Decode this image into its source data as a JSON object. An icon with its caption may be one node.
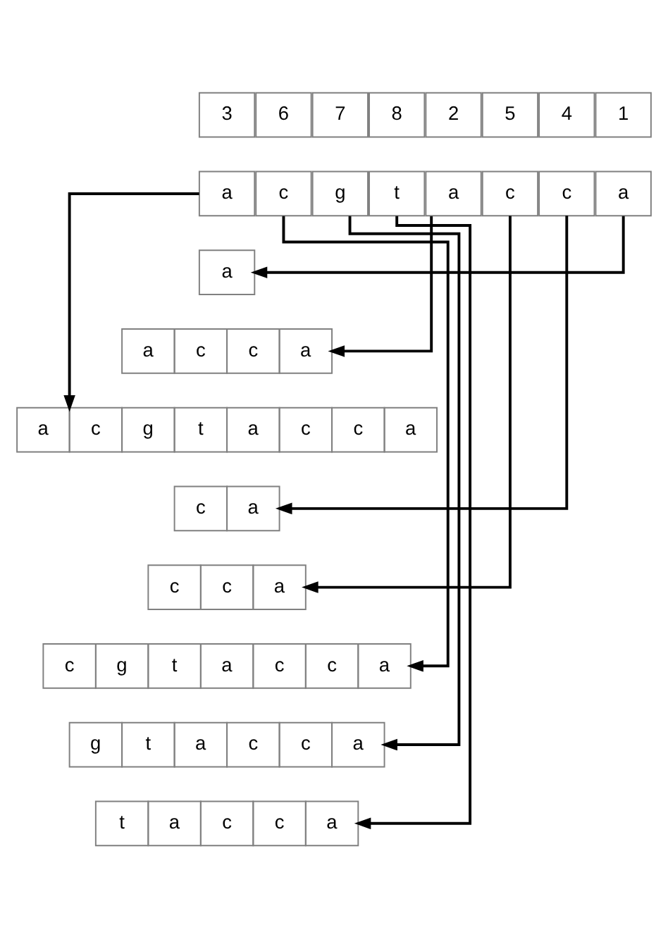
{
  "diagram": {
    "nodes": [
      {
        "text": [
          "3"
        ]
      },
      {
        "text": [
          "6"
        ]
      },
      {
        "text": [
          "7"
        ]
      },
      {
        "text": [
          "8"
        ]
      },
      {
        "text": [
          "2"
        ]
      },
      {
        "text": [
          "5"
        ]
      },
      {
        "text": [
          "4"
        ]
      },
      {
        "text": [
          "1"
        ]
      },
      {
        "text": [
          "a"
        ]
      },
      {
        "text": [
          "c"
        ]
      },
      {
        "text": [
          "g"
        ]
      },
      {
        "text": [
          "t"
        ]
      },
      {
        "text": [
          "a"
        ]
      },
      {
        "text": [
          "c"
        ]
      },
      {
        "text": [
          "c"
        ]
      },
      {
        "text": [
          "a"
        ]
      },
      {
        "text": [
          "a"
        ]
      },
      {
        "text": [
          "a",
          "c",
          "c",
          "a"
        ]
      },
      {
        "text": [
          "a",
          "c",
          "g",
          "t",
          "a",
          "c",
          "c",
          "a"
        ]
      },
      {
        "text": [
          "c",
          "a"
        ]
      },
      {
        "text": [
          "c",
          "c",
          "a"
        ]
      },
      {
        "text": [
          "c",
          "g",
          "t",
          "a",
          "c",
          "c",
          "a"
        ]
      },
      {
        "text": [
          "g",
          "t",
          "a",
          "c",
          "c",
          "a"
        ]
      },
      {
        "text": [
          "t",
          "a",
          "c",
          "c",
          "a"
        ]
      }
    ],
    "edges": [
      {
        "from": 8,
        "to": 18,
        "arrow": "to"
      },
      {
        "from": 9,
        "to": 21,
        "arrow": "to"
      },
      {
        "from": 10,
        "to": 22,
        "arrow": "to"
      },
      {
        "from": 11,
        "to": 23,
        "arrow": "to"
      },
      {
        "from": 12,
        "to": 17,
        "arrow": "to"
      },
      {
        "from": 13,
        "to": 20,
        "arrow": "to"
      },
      {
        "from": 14,
        "to": 19,
        "arrow": "to"
      },
      {
        "from": 15,
        "to": 16,
        "arrow": "to"
      }
    ]
  }
}
